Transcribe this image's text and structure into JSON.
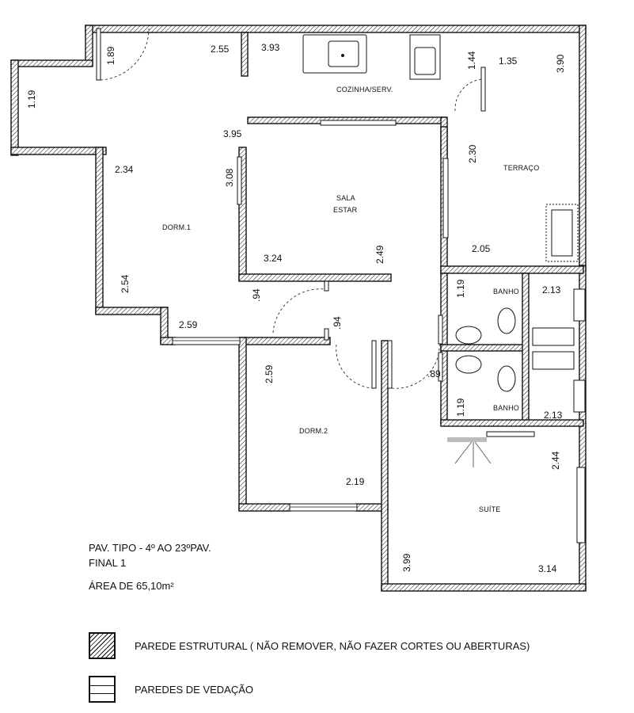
{
  "rooms": {
    "cozinha": "COZINHA/SERV.",
    "terraco": "TERRAÇO",
    "sala_l1": "SALA",
    "sala_l2": "ESTAR",
    "dorm1": "DORM.1",
    "dorm2": "DORM.2",
    "banho_top": "BANHO",
    "banho_bottom": "BANHO",
    "suite": "SUÍTE"
  },
  "dimensions": {
    "d189": "1.89",
    "d119a": "1.19",
    "d255": "2.55",
    "d393": "3.93",
    "d144": "1.44",
    "d135": "1.35",
    "d390": "3.90",
    "d395": "3.95",
    "d234": "2.34",
    "d308": "3.08",
    "d230": "2.30",
    "d324": "3.24",
    "d249": "2.49",
    "d205": "2.05",
    "d254": "2.54",
    "d094a": ".94",
    "d094b": ".94",
    "d119b": "1.19",
    "d213a": "2.13",
    "d259a": "2.59",
    "d259b": "2.59",
    "d089": ".89",
    "d119c": "1.19",
    "d213b": "2.13",
    "d244": "2.44",
    "d219": "2.19",
    "d399": "3.99",
    "d314": "3.14"
  },
  "info": {
    "line1": "PAV. TIPO - 4º AO 23ºPAV.",
    "line2": "FINAL 1",
    "area": "ÁREA DE 65,10m²"
  },
  "legend": {
    "structural": "PAREDE ESTRUTURAL  ( NÃO REMOVER, NÃO FAZER CORTES OU ABERTURAS)",
    "sealing": "PAREDES DE VEDAÇÃO"
  }
}
